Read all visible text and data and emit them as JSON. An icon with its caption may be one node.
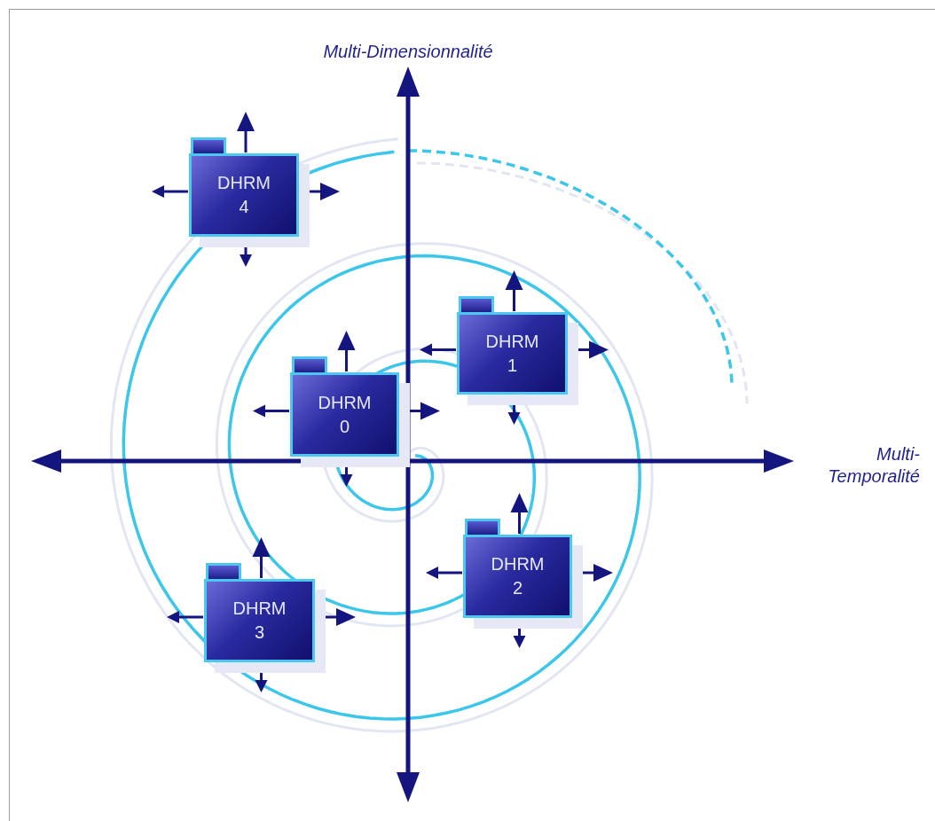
{
  "diagram": {
    "nodes": [
      {
        "text": [
          "DHRM 4"
        ]
      },
      {
        "text": [
          "DHRM 1"
        ]
      },
      {
        "text": [
          "DHRM 0"
        ]
      },
      {
        "text": [
          "DHRM 2"
        ]
      },
      {
        "text": [
          "DHRM 3"
        ]
      }
    ],
    "labels": [
      "Multi-Dimensionnalité",
      "Multi- Temporalité"
    ]
  }
}
